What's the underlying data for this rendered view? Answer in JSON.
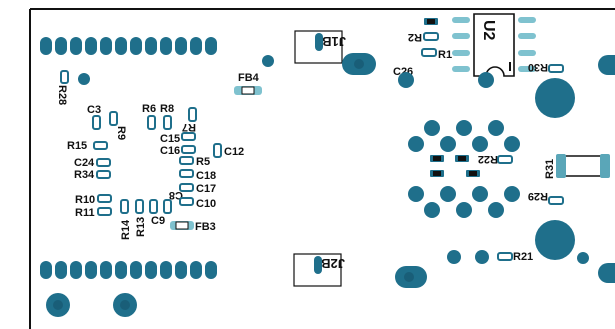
{
  "colors": {
    "board_bg": "#ffffff",
    "outline": "#111111",
    "pad": "#1f6f8b",
    "pad_dark": "#195e78",
    "pad_light": "#7fc2cf",
    "pad_mid": "#5aa6b8",
    "text": "#111111"
  },
  "refs": {
    "J1B": "J1B",
    "J2B": "J2B",
    "U2": "U2",
    "R2": "R2",
    "R1": "R1",
    "C26": "C26",
    "R30": "R30",
    "R28": "R28",
    "FB4": "FB4",
    "C3": "C3",
    "R9": "R9",
    "R6": "R6",
    "R8": "R8",
    "R7": "R7",
    "C15": "C15",
    "C16": "C16",
    "C12": "C12",
    "R15": "R15",
    "C24": "C24",
    "R34": "R34",
    "R5": "R5",
    "C18": "C18",
    "C17": "C17",
    "C8": "C8",
    "C10": "C10",
    "R10": "R10",
    "R11": "R11",
    "R14": "R14",
    "R13": "R13",
    "C9": "C9",
    "FB3": "FB3",
    "R22": "R22",
    "R31": "R31",
    "R29": "R29",
    "R21": "R21"
  }
}
